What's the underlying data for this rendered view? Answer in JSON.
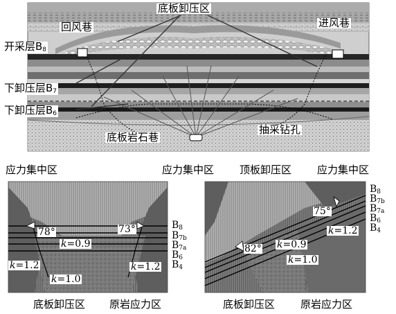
{
  "top_panel": {
    "labels": {
      "floor_relief_zone": "底板卸压区",
      "return_airway": "回风巷",
      "intake_airway": "进风巷",
      "mining_layer_prefix": "开采层B",
      "mining_layer_sub": "8",
      "relief_b7_prefix": "下卸压层B",
      "relief_b7_sub": "7",
      "relief_b6_prefix": "下卸压层B",
      "relief_b6_sub": "6",
      "floor_rock_roadway": "底板岩石巷",
      "drainage_borehole": "抽采钻孔"
    }
  },
  "left_panel": {
    "labels": {
      "stress_concentration_left": "应力集中区",
      "stress_concentration_right": "应力集中区",
      "floor_relief_zone": "底板卸压区",
      "original_rock_stress_zone": "原岩应力区",
      "angle_left": "78°",
      "angle_right": "73°",
      "k_09": "=0.9",
      "k_12_left": "=1.2",
      "k_10": "=1.0",
      "k_12_right": "=1.2",
      "k_symbol": "k"
    },
    "seams": [
      {
        "base": "B",
        "sub": "8"
      },
      {
        "base": "B",
        "sub": "7b"
      },
      {
        "base": "B",
        "sub": "7a"
      },
      {
        "base": "B",
        "sub": "6"
      },
      {
        "base": "B",
        "sub": "4"
      }
    ]
  },
  "right_panel": {
    "labels": {
      "stress_concentration_left": "应力集中区",
      "roof_relief_zone": "顶板卸压区",
      "stress_concentration_right": "应力集中区",
      "floor_relief_zone": "底板卸压区",
      "original_rock_stress_zone": "原岩应力区",
      "angle_upper": "75°",
      "angle_lower": "82°",
      "k_12": "=1.2",
      "k_09": "=0.9",
      "k_10": "=1.0",
      "k_symbol": "k"
    },
    "seams": [
      {
        "base": "B",
        "sub": "8"
      },
      {
        "base": "B",
        "sub": "7b"
      },
      {
        "base": "B",
        "sub": "7a"
      },
      {
        "base": "B",
        "sub": "6"
      },
      {
        "base": "B",
        "sub": "4"
      }
    ]
  }
}
